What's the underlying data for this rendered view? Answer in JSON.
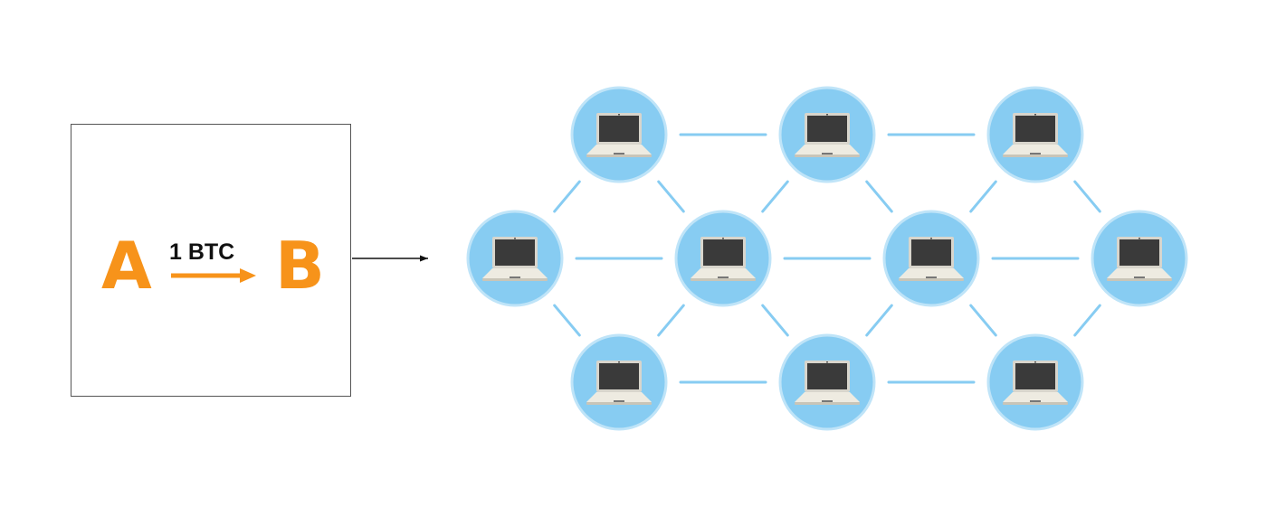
{
  "transaction": {
    "from": "A",
    "to": "B",
    "amount": "1 BTC"
  },
  "colors": {
    "accent": "#f7931a",
    "node_fill": "#87ccf2",
    "node_ring": "#bfe4f8",
    "link": "#87ccf2",
    "box_border": "#555555",
    "arrow": "#111111"
  },
  "network": {
    "node_icon": "laptop-icon",
    "nodes": [
      {
        "id": "n1",
        "row": 0,
        "col": 1
      },
      {
        "id": "n2",
        "row": 0,
        "col": 3
      },
      {
        "id": "n3",
        "row": 0,
        "col": 5
      },
      {
        "id": "n4",
        "row": 1,
        "col": 0
      },
      {
        "id": "n5",
        "row": 1,
        "col": 2
      },
      {
        "id": "n6",
        "row": 1,
        "col": 4
      },
      {
        "id": "n7",
        "row": 1,
        "col": 6
      },
      {
        "id": "n8",
        "row": 2,
        "col": 1
      },
      {
        "id": "n9",
        "row": 2,
        "col": 3
      },
      {
        "id": "n10",
        "row": 2,
        "col": 5
      }
    ],
    "links": [
      [
        "n1",
        "n2"
      ],
      [
        "n2",
        "n3"
      ],
      [
        "n4",
        "n5"
      ],
      [
        "n5",
        "n6"
      ],
      [
        "n6",
        "n7"
      ],
      [
        "n8",
        "n9"
      ],
      [
        "n9",
        "n10"
      ],
      [
        "n1",
        "n4"
      ],
      [
        "n1",
        "n5"
      ],
      [
        "n2",
        "n5"
      ],
      [
        "n2",
        "n6"
      ],
      [
        "n3",
        "n6"
      ],
      [
        "n3",
        "n7"
      ],
      [
        "n4",
        "n8"
      ],
      [
        "n5",
        "n8"
      ],
      [
        "n5",
        "n9"
      ],
      [
        "n6",
        "n9"
      ],
      [
        "n6",
        "n10"
      ],
      [
        "n7",
        "n10"
      ]
    ]
  }
}
